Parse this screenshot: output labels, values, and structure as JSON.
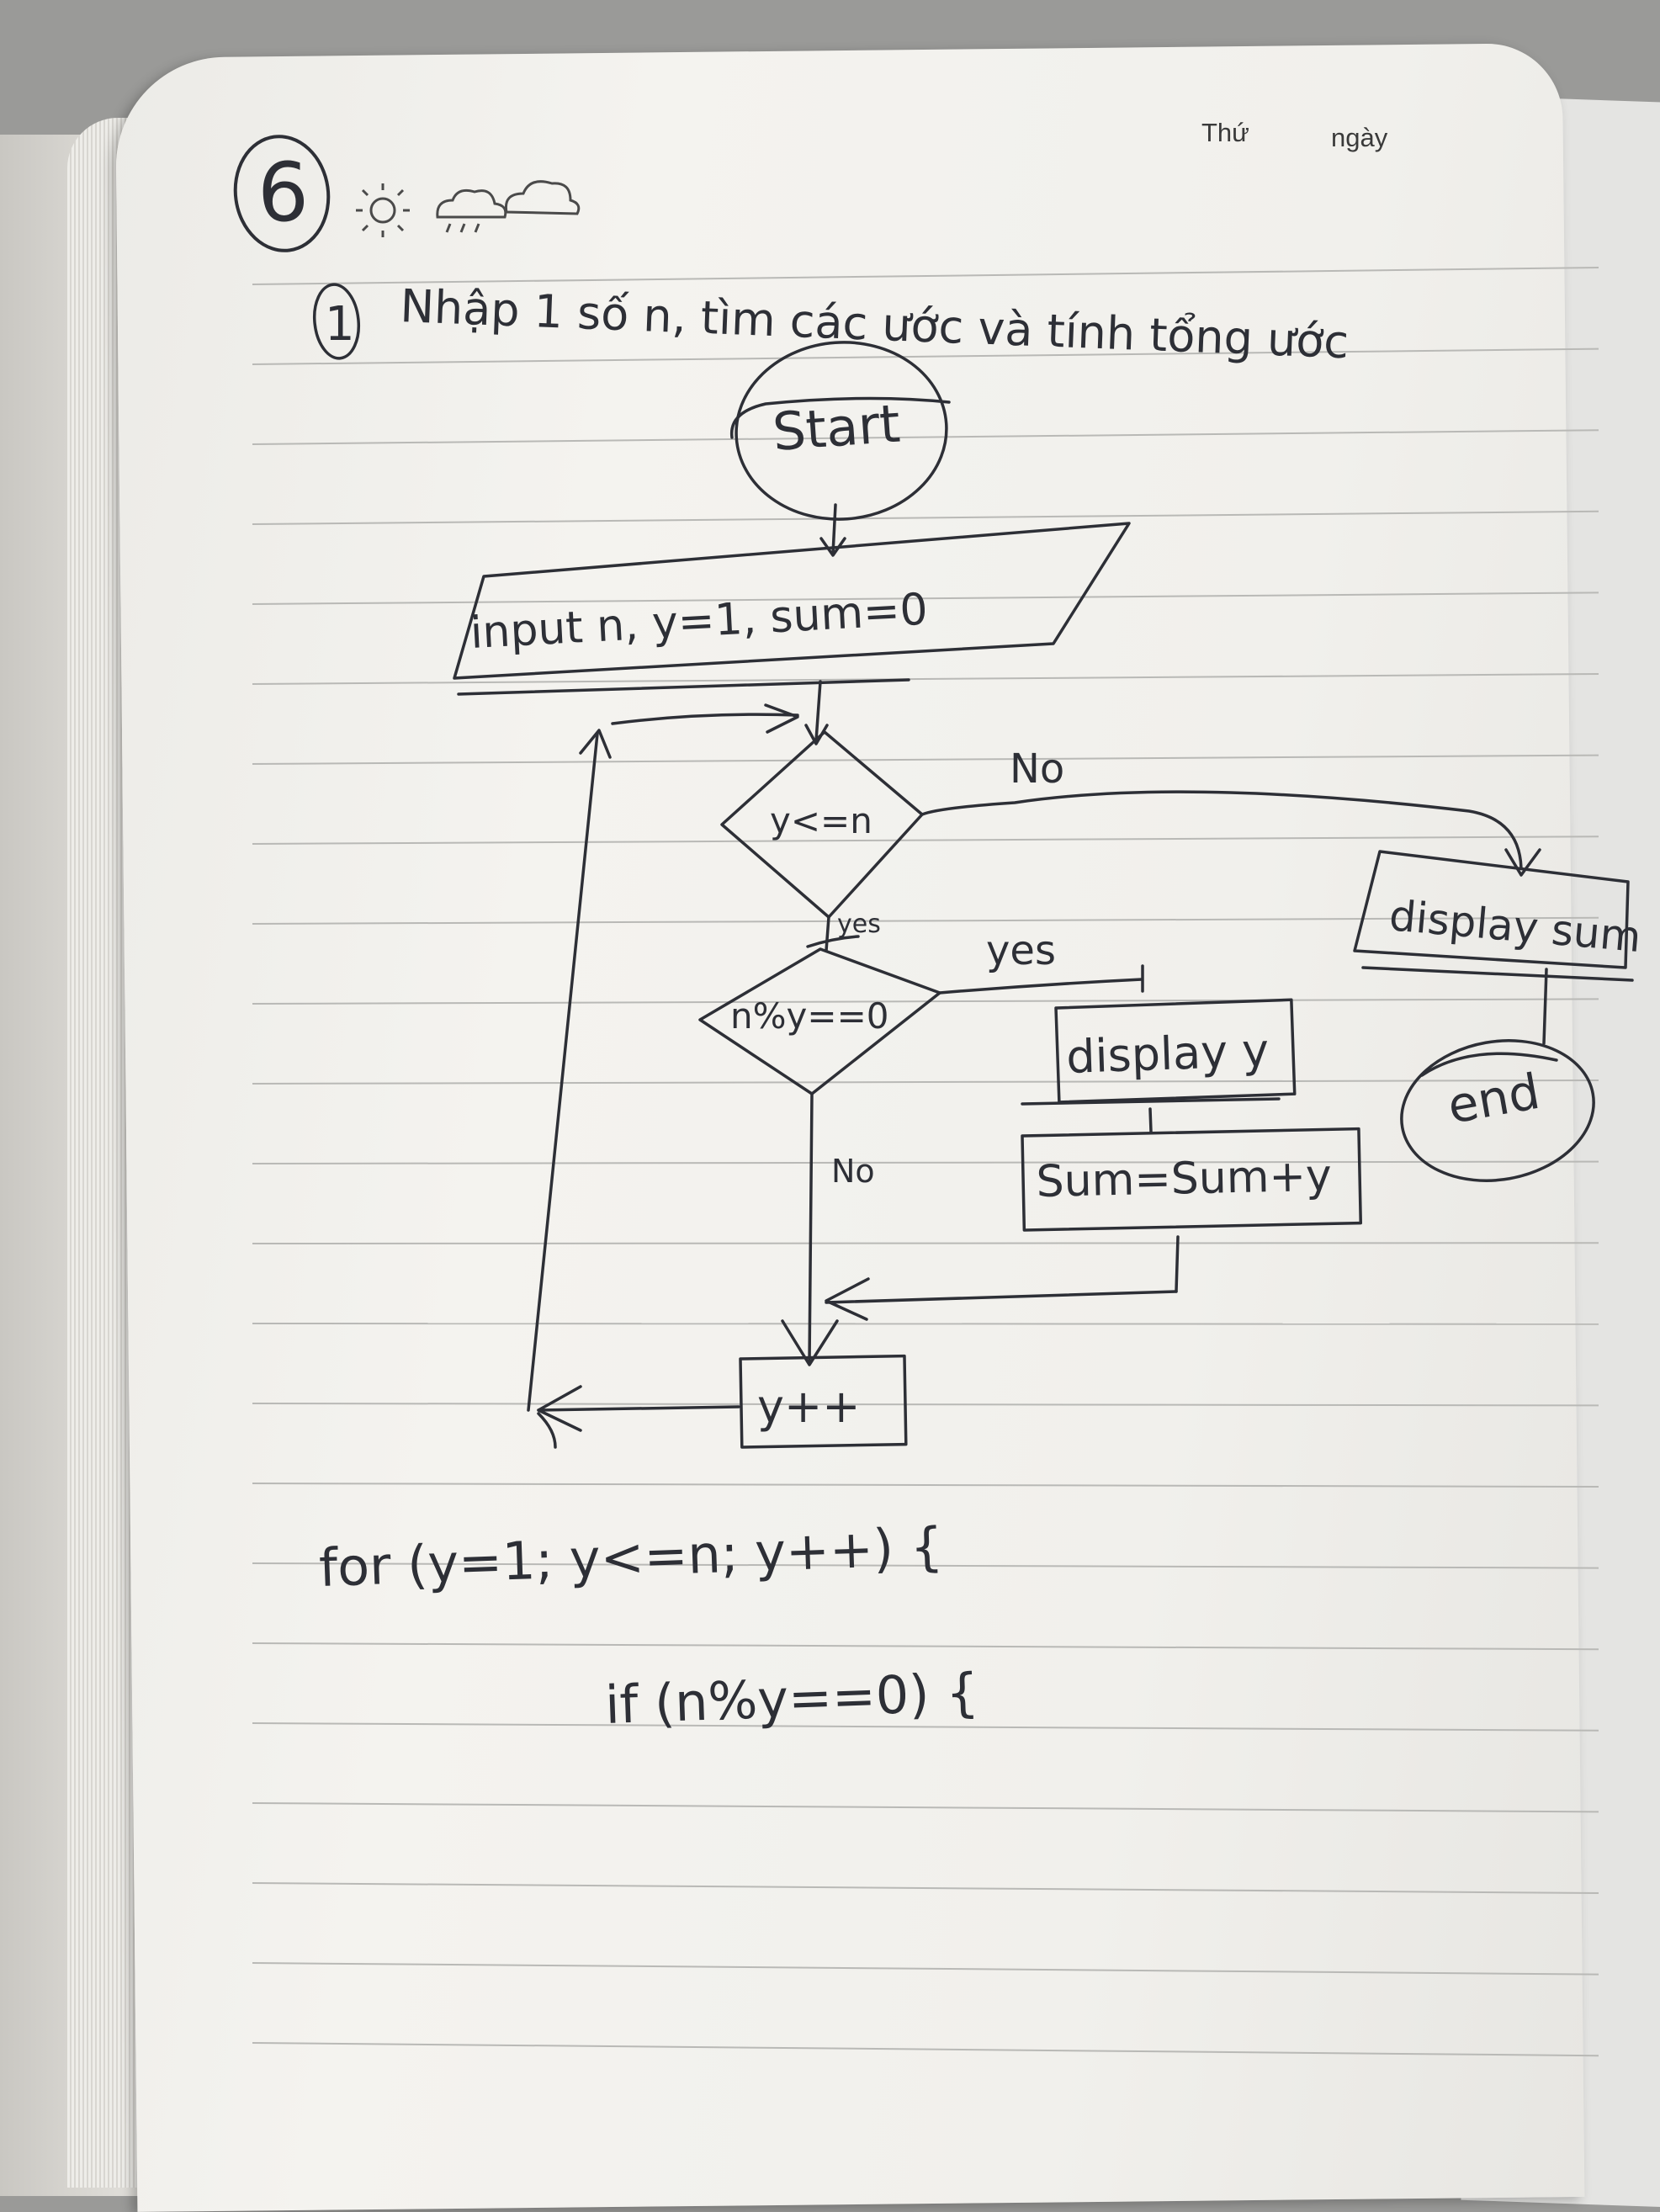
{
  "notebook_header": {
    "day_label": "Thứ",
    "date_label": "ngày",
    "page_number": "6",
    "weather_icons": [
      "sun-icon",
      "rain-cloud-icon",
      "cloud-icon"
    ]
  },
  "exercise": {
    "number": "1",
    "title": "Nhập 1 số n, tìm các ước và tính tổng ước"
  },
  "flowchart": {
    "start": "Start",
    "input": "input n, y=1, sum=0",
    "condition_1": "y<=n",
    "label_no_1": "No",
    "label_yes_1": "yes",
    "condition_2": "n%y==0",
    "label_yes_2": "yes",
    "label_no_2": "No",
    "display_y": "display y",
    "sum_update": "Sum=Sum+y",
    "increment": "y++",
    "display_sum": "display sum",
    "end": "end"
  },
  "code": {
    "line_1": "for (y=1; y<=n; y++) {",
    "line_2": "if (n%y==0) {"
  },
  "colors": {
    "ink": "#2d2f36",
    "paper": "#f2f1ed",
    "rule_line": "#b9b9b6",
    "background": "#9a9a98"
  }
}
